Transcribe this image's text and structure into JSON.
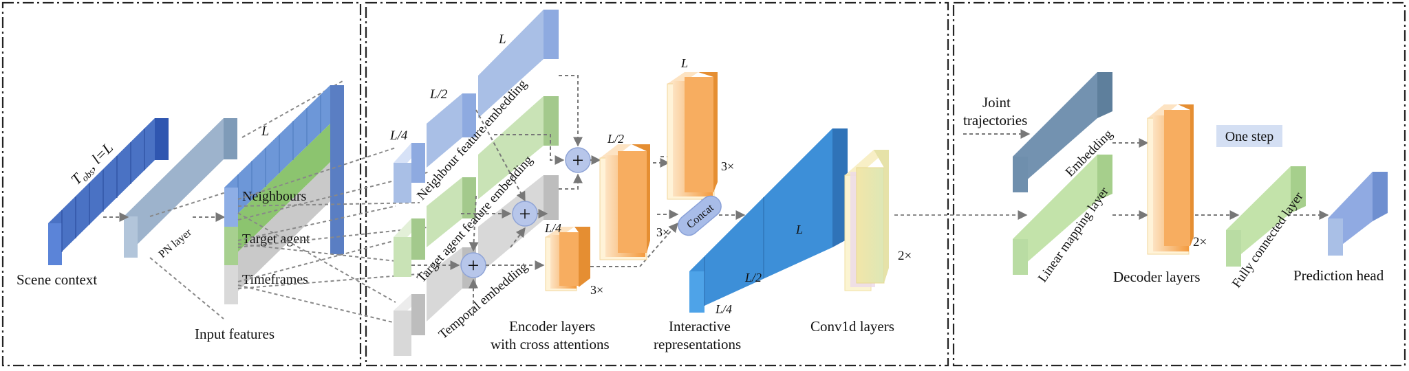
{
  "panels": {
    "left": {
      "scene_context_label": "Scene context",
      "scene_formula": "T",
      "scene_formula_sub": "obs",
      "scene_formula_rest": ", l=L",
      "pn_layer_label": "PN layer",
      "input_features_label": "Input features",
      "L_label": "L",
      "neighbours_label": "Neighbours",
      "target_agent_label": "Target agent",
      "timeframes_label": "Timeframes"
    },
    "middle": {
      "L_quarter": "L/4",
      "L_half": "L/2",
      "L_full": "L",
      "neighbour_embedding": "Neighbour feature embedding",
      "target_embedding": "Target agent feature embedding",
      "temporal_embedding": "Temporal embedding",
      "encoder_label_1": "Encoder layers",
      "encoder_label_2": "with cross attentions",
      "times3": "3×",
      "concat_label": "Concat",
      "interactive_label_1": "Interactive",
      "interactive_label_2": "representations",
      "conv_label": "Conv1d layers",
      "times2": "2×",
      "plus": "+"
    },
    "right": {
      "joint_label_1": "Joint",
      "joint_label_2": "trajectories",
      "embedding_label": "Embedding",
      "linear_label": "Linear mapping layer",
      "decoder_label": "Decoder layers",
      "times2": "2×",
      "one_step_label": "One step",
      "fc_label": "Fully connected layer",
      "prediction_label": "Prediction head"
    }
  },
  "colors": {
    "dark_blue": "#4a72c4",
    "blue": "#a9bfe6",
    "steel": "#9db3cc",
    "green": "#b9dca3",
    "gray": "#d3d3d3",
    "orange": "#f3a14d",
    "bright_blue": "#3d8fd8",
    "dark_steel": "#6f8fad",
    "plus_fill": "#b7c6ea"
  }
}
